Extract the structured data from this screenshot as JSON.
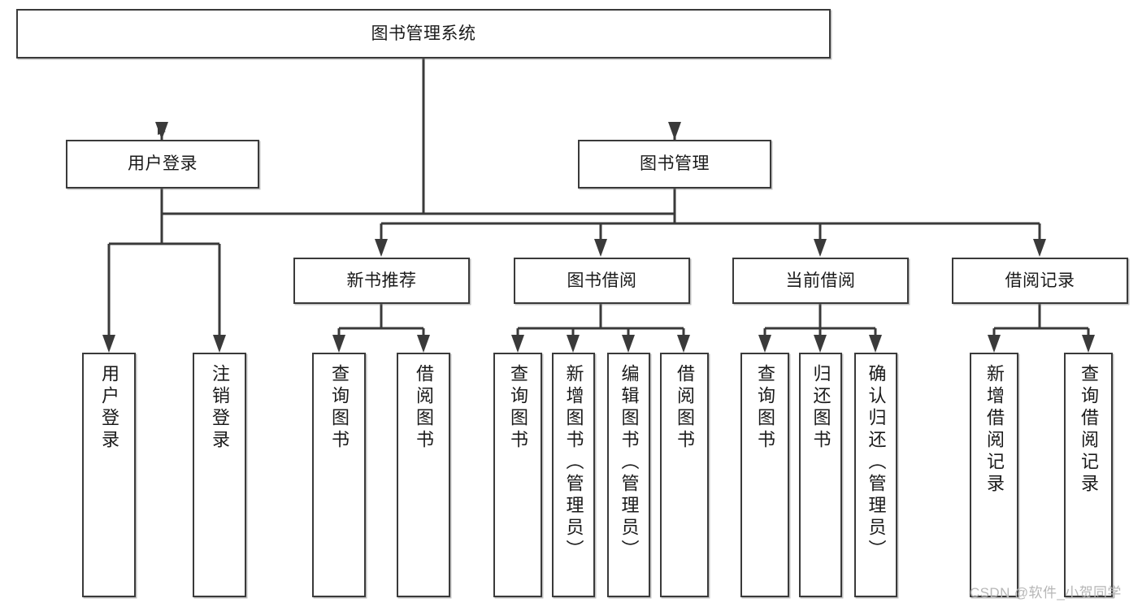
{
  "diagram": {
    "title_node": {
      "label": "图书管理系统"
    },
    "level2": [
      {
        "id": "user-login",
        "label": "用户登录"
      },
      {
        "id": "book-manage",
        "label": "图书管理"
      }
    ],
    "level3": [
      {
        "id": "new-book-recommend",
        "label": "新书推荐"
      },
      {
        "id": "book-borrow",
        "label": "图书借阅"
      },
      {
        "id": "current-borrow",
        "label": "当前借阅"
      },
      {
        "id": "borrow-record",
        "label": "借阅记录"
      }
    ],
    "leaves": {
      "user_login": [
        {
          "id": "leaf-user-login",
          "label": "用户登录"
        },
        {
          "id": "leaf-logout-login",
          "label": "注销登录"
        }
      ],
      "new_book_recommend": [
        {
          "id": "leaf-query-book-1",
          "label": "查询图书"
        },
        {
          "id": "leaf-borrow-book-1",
          "label": "借阅图书"
        }
      ],
      "book_borrow": [
        {
          "id": "leaf-query-book-2",
          "label": "查询图书"
        },
        {
          "id": "leaf-add-book",
          "label": "新增图书（管理员）"
        },
        {
          "id": "leaf-edit-book",
          "label": "编辑图书（管理员）"
        },
        {
          "id": "leaf-borrow-book-2",
          "label": "借阅图书"
        }
      ],
      "current_borrow": [
        {
          "id": "leaf-query-book-3",
          "label": "查询图书"
        },
        {
          "id": "leaf-return-book",
          "label": "归还图书"
        },
        {
          "id": "leaf-confirm-return",
          "label": "确认归还（管理员）"
        }
      ],
      "borrow_record": [
        {
          "id": "leaf-add-record",
          "label": "新增借阅记录"
        },
        {
          "id": "leaf-query-record",
          "label": "查询借阅记录"
        }
      ]
    }
  },
  "watermark": {
    "text": "CSDN @软件_小贺同学"
  },
  "colors": {
    "border": "#3a3a3a",
    "text": "#1a1a1a",
    "background": "#ffffff",
    "watermark": "#b6b6b6"
  }
}
